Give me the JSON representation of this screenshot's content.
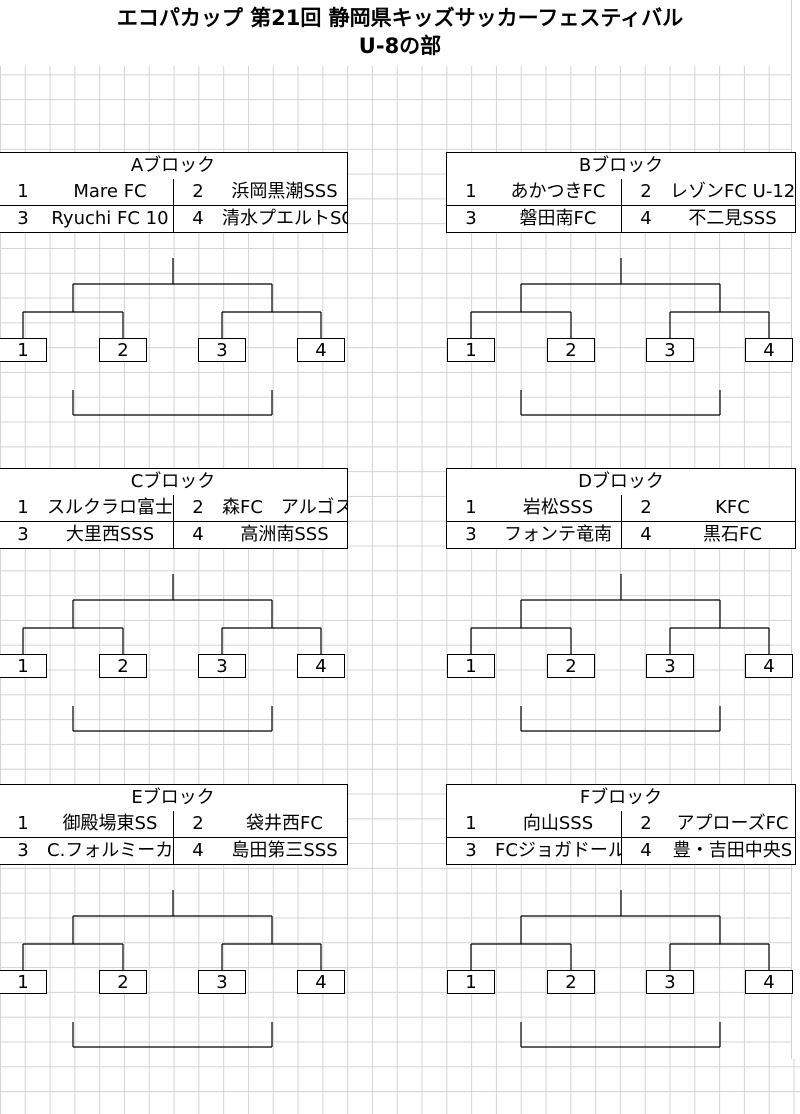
{
  "title": {
    "line1": "エコパカップ 第21回 静岡県キッズサッカーフェスティバル",
    "line2": "U-8の部"
  },
  "blocks": [
    {
      "name": "Aブロック",
      "teams": [
        {
          "num": "1",
          "name": "Mare FC"
        },
        {
          "num": "2",
          "name": "浜岡黒潮SSS"
        },
        {
          "num": "3",
          "name": "Ryuchi FC 10"
        },
        {
          "num": "4",
          "name": "清水プエルトSC"
        }
      ],
      "seeds": [
        "1",
        "2",
        "3",
        "4"
      ]
    },
    {
      "name": "Bブロック",
      "teams": [
        {
          "num": "1",
          "name": "あかつきFC"
        },
        {
          "num": "2",
          "name": "レゾンFC U-12"
        },
        {
          "num": "3",
          "name": "磐田南FC"
        },
        {
          "num": "4",
          "name": "不二見SSS"
        }
      ],
      "seeds": [
        "1",
        "2",
        "3",
        "4"
      ]
    },
    {
      "name": "Cブロック",
      "teams": [
        {
          "num": "1",
          "name": "スルクラロ富士"
        },
        {
          "num": "2",
          "name": "森FC　アルゴス"
        },
        {
          "num": "3",
          "name": "大里西SSS"
        },
        {
          "num": "4",
          "name": "高洲南SSS"
        }
      ],
      "seeds": [
        "1",
        "2",
        "3",
        "4"
      ]
    },
    {
      "name": "Dブロック",
      "teams": [
        {
          "num": "1",
          "name": "岩松SSS"
        },
        {
          "num": "2",
          "name": "KFC"
        },
        {
          "num": "3",
          "name": "フォンテ竜南"
        },
        {
          "num": "4",
          "name": "黒石FC"
        }
      ],
      "seeds": [
        "1",
        "2",
        "3",
        "4"
      ]
    },
    {
      "name": "Eブロック",
      "teams": [
        {
          "num": "1",
          "name": "御殿場東SS"
        },
        {
          "num": "2",
          "name": "袋井西FC"
        },
        {
          "num": "3",
          "name": "C.フォルミーカ"
        },
        {
          "num": "4",
          "name": "島田第三SSS"
        }
      ],
      "seeds": [
        "1",
        "2",
        "3",
        "4"
      ]
    },
    {
      "name": "Fブロック",
      "teams": [
        {
          "num": "1",
          "name": "向山SSS"
        },
        {
          "num": "2",
          "name": "アプローズFC"
        },
        {
          "num": "3",
          "name": "FCジョガドール"
        },
        {
          "num": "4",
          "name": "豊・吉田中央S"
        }
      ],
      "seeds": [
        "1",
        "2",
        "3",
        "4"
      ]
    }
  ]
}
